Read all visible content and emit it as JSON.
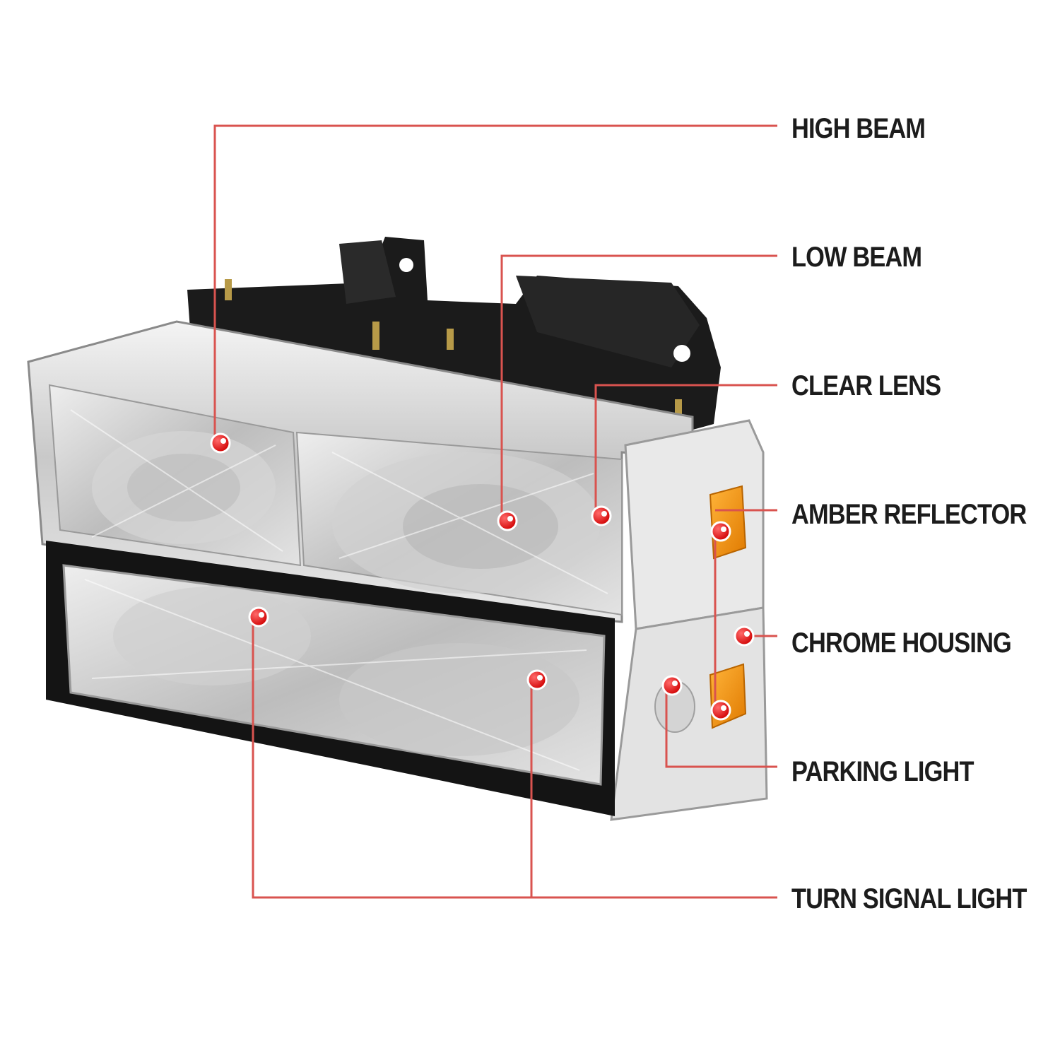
{
  "callouts": {
    "high_beam": "HIGH BEAM",
    "low_beam": "LOW BEAM",
    "clear_lens": "CLEAR LENS",
    "amber_reflector": "AMBER REFLECTOR",
    "chrome_housing": "CHROME HOUSING",
    "parking_light": "PARKING LIGHT",
    "turn_signal_light": "TURN SIGNAL LIGHT"
  },
  "colors": {
    "leader_line": "#d9534f",
    "marker_dot": "#e00000",
    "amber": "#f39c12",
    "label_text": "#1c1c1c"
  }
}
